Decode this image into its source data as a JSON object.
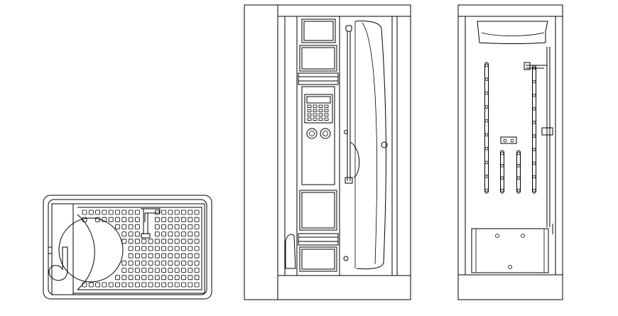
{
  "drawing": {
    "background": "#ffffff",
    "line_color": "#000000",
    "views": [
      {
        "name": "plan-view-shower-tray"
      },
      {
        "name": "front-elevation-shower-cabin"
      },
      {
        "name": "side-elevation-shower-cabin"
      }
    ]
  },
  "control_panel": {
    "display_text": ""
  }
}
